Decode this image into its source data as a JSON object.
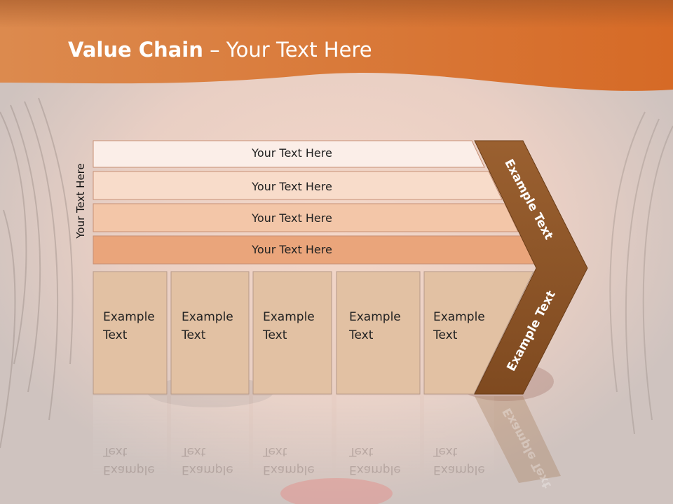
{
  "slide": {
    "title_bold": "Value Chain",
    "title_rest": " – Your Text Here",
    "side_label": "Your Text Here"
  },
  "rows": [
    {
      "label": "Your Text Here"
    },
    {
      "label": "Your Text Here"
    },
    {
      "label": "Your Text Here"
    },
    {
      "label": "Your Text Here"
    }
  ],
  "columns": [
    {
      "line1": "Example",
      "line2": "Text"
    },
    {
      "line1": "Example",
      "line2": "Text"
    },
    {
      "line1": "Example",
      "line2": "Text"
    },
    {
      "line1": "Example",
      "line2": "Text"
    },
    {
      "line1": "Example",
      "line2": "Text"
    }
  ],
  "chevron": {
    "upper_label": "Example Text",
    "lower_label": "Example Text"
  },
  "colors": {
    "header_orange": "#d9742f",
    "chevron_brown": "#8a5426",
    "row1": "#fbeee8",
    "row2": "#f8dcca",
    "row3": "#f3c6a8",
    "row4": "#eaa57b",
    "cell": "#e2c1a3"
  }
}
